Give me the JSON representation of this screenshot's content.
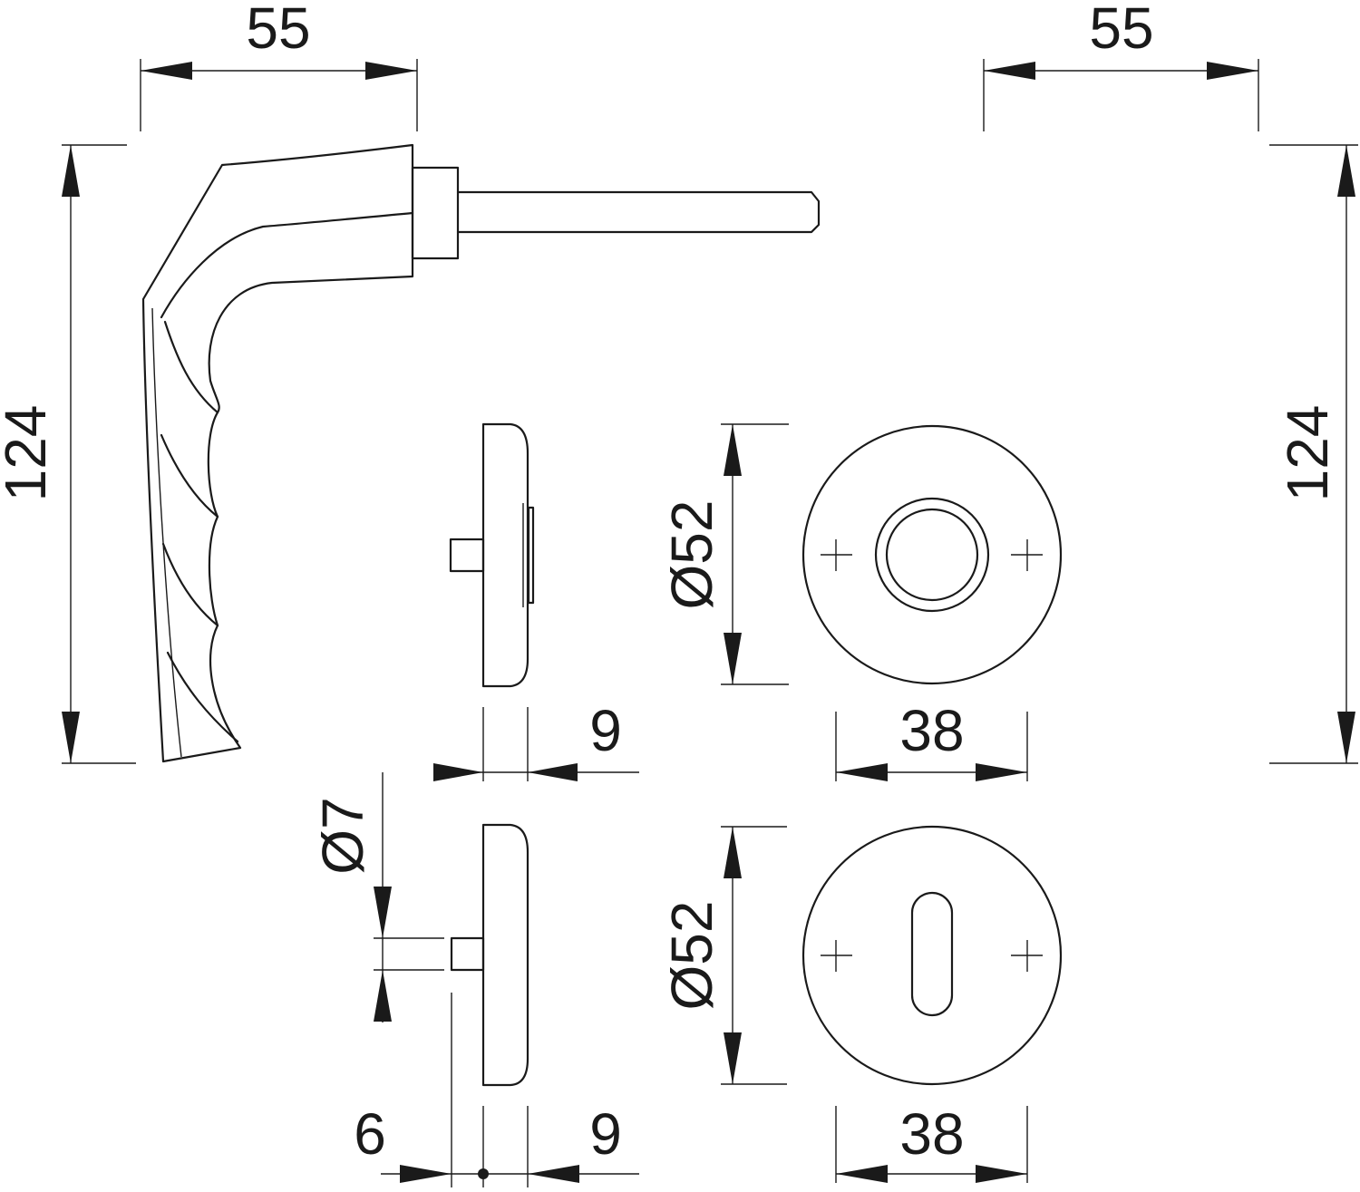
{
  "dimensions": {
    "lever_left_width": "55",
    "lever_right_width": "55",
    "lever_left_height": "124",
    "lever_right_height": "124",
    "rose_diameter": "Ø52",
    "rose_inner_width": "38",
    "rose_thickness": "9",
    "escutcheon_diameter": "Ø52",
    "escutcheon_inner_width": "38",
    "escutcheon_thickness": "9",
    "pin_diameter": "Ø7",
    "pin_length": "6"
  },
  "colors": {
    "line": "#1a1a1a",
    "background": "#ffffff"
  }
}
